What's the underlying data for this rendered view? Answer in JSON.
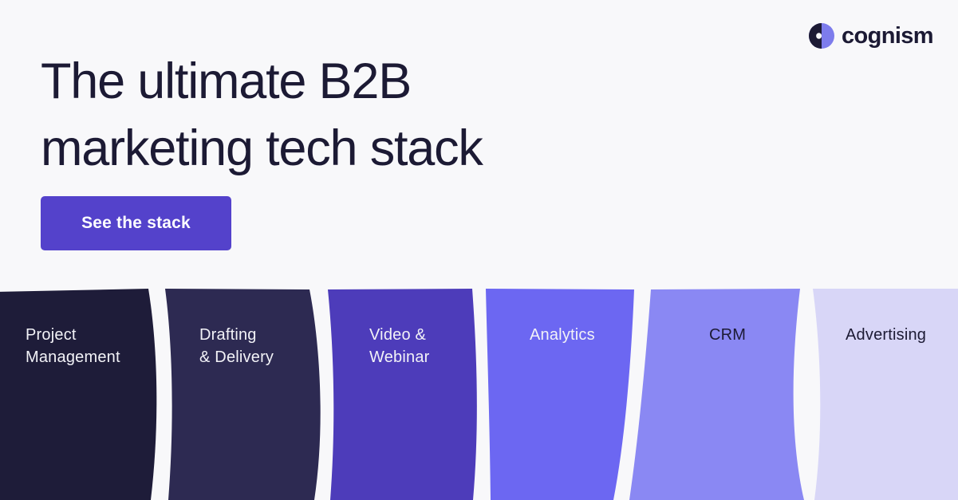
{
  "page": {
    "background": "#f8f8fa",
    "text_navy": "#1c1a34"
  },
  "header": {
    "logo": {
      "wordmark": "cognism",
      "icon": "cognism-logo-icon",
      "icon_navy": "#1c1a34",
      "icon_periwinkle": "#7d7cec"
    }
  },
  "hero": {
    "title_line1": "The ultimate B2B",
    "title_line2": "marketing tech stack",
    "title_color": "#1c1a34",
    "cta_label": "See the stack",
    "cta_bg": "#5442cb",
    "cta_text_color": "#ffffff"
  },
  "stack": {
    "gap_color": "#f8f8fa",
    "columns": [
      {
        "label_line1": "Project",
        "label_line2": "Management",
        "color": "#1e1c39",
        "text_color": "#f2f2f7"
      },
      {
        "label_line1": "Drafting",
        "label_line2": "& Delivery",
        "color": "#2d2a52",
        "text_color": "#f2f2f7"
      },
      {
        "label_line1": "Video &",
        "label_line2": "Webinar",
        "color": "#4d3cba",
        "text_color": "#f2f2f7"
      },
      {
        "label_line1": "Analytics",
        "label_line2": "",
        "color": "#6c67f2",
        "text_color": "#f2f2f7"
      },
      {
        "label_line1": "CRM",
        "label_line2": "",
        "color": "#8a88f3",
        "text_color": "#1c1a34"
      },
      {
        "label_line1": "Advertising",
        "label_line2": "",
        "color": "#d8d6f7",
        "text_color": "#1c1a34"
      }
    ]
  }
}
